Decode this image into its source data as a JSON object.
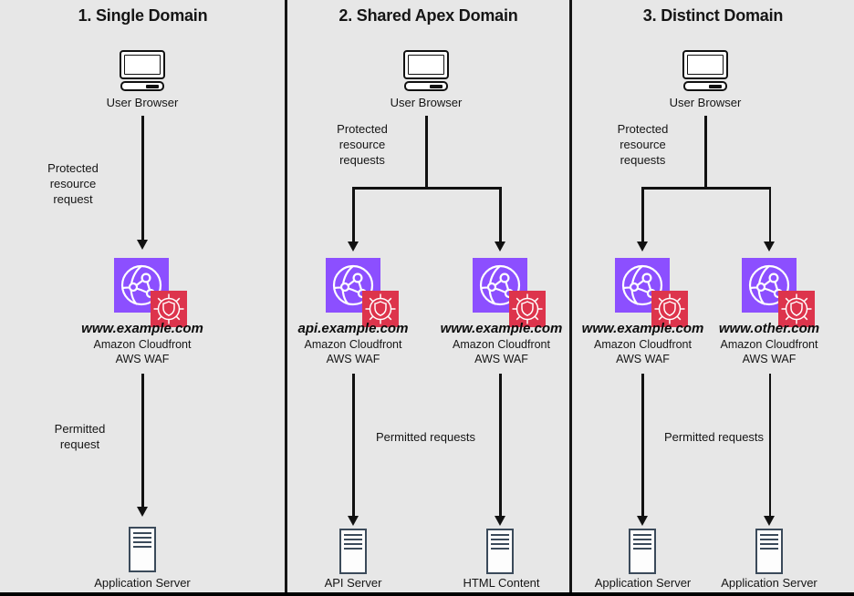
{
  "diagram": {
    "title": "AWS WAF CloudFront domain configuration patterns",
    "background_color": "#e7e7e7",
    "accent_colors": {
      "cloudfront_purple": "#8c4fff",
      "waf_red": "#dd344c",
      "server_outline": "#3b4a5a",
      "line_black": "#111111"
    }
  },
  "columns": [
    {
      "id": "single-domain",
      "title": "1. Single Domain",
      "source": {
        "label": "User Browser",
        "icon": "monitor-icon"
      },
      "request_label": "Protected\nresource\nrequest",
      "request_label_lines": [
        "Protected",
        "resource",
        "request"
      ],
      "distributions": [
        {
          "domain": "www.example.com",
          "service_lines": [
            "Amazon Cloudfront",
            "AWS WAF"
          ],
          "icon": "cloudfront-waf-icon"
        }
      ],
      "permitted_label": "Permitted\nrequest",
      "permitted_label_lines": [
        "Permitted",
        "request"
      ],
      "backends": [
        {
          "label": "Application Server",
          "icon": "server-icon"
        }
      ]
    },
    {
      "id": "shared-apex-domain",
      "title": "2. Shared Apex Domain",
      "source": {
        "label": "User Browser",
        "icon": "monitor-icon"
      },
      "request_label": "Protected\nresource\nrequests",
      "request_label_lines": [
        "Protected",
        "resource",
        "requests"
      ],
      "distributions": [
        {
          "domain": "api.example.com",
          "service_lines": [
            "Amazon Cloudfront",
            "AWS WAF"
          ],
          "icon": "cloudfront-waf-icon"
        },
        {
          "domain": "www.example.com",
          "service_lines": [
            "Amazon Cloudfront",
            "AWS WAF"
          ],
          "icon": "cloudfront-waf-icon"
        }
      ],
      "permitted_label": "Permitted requests",
      "permitted_label_lines": [
        "Permitted requests"
      ],
      "backends": [
        {
          "label": "API Server",
          "icon": "server-icon"
        },
        {
          "label": "HTML Content",
          "icon": "server-icon"
        }
      ]
    },
    {
      "id": "distinct-domain",
      "title": "3. Distinct Domain",
      "source": {
        "label": "User Browser",
        "icon": "monitor-icon"
      },
      "request_label": "Protected\nresource\nrequests",
      "request_label_lines": [
        "Protected",
        "resource",
        "requests"
      ],
      "distributions": [
        {
          "domain": "www.example.com",
          "service_lines": [
            "Amazon Cloudfront",
            "AWS WAF"
          ],
          "icon": "cloudfront-waf-icon"
        },
        {
          "domain": "www.other.com",
          "service_lines": [
            "Amazon Cloudfront",
            "AWS WAF"
          ],
          "icon": "cloudfront-waf-icon"
        }
      ],
      "permitted_label": "Permitted requests",
      "permitted_label_lines": [
        "Permitted requests"
      ],
      "backends": [
        {
          "label": "Application Server",
          "icon": "server-icon"
        },
        {
          "label": "Application Server",
          "icon": "server-icon"
        }
      ]
    }
  ]
}
